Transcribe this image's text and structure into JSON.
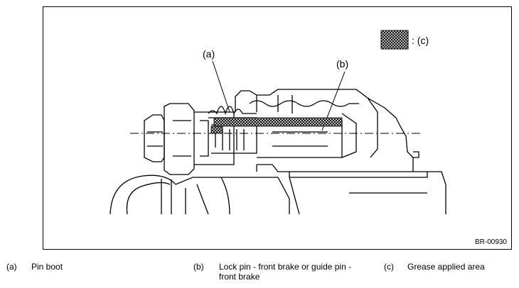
{
  "figure": {
    "id": "BR-00930",
    "callouts": {
      "a": "(a)",
      "b": "(b)"
    },
    "grease_legend_label": ": (c)"
  },
  "legend": [
    {
      "key": "(a)",
      "text": "Pin boot"
    },
    {
      "key": "(b)",
      "text": "Lock pin - front brake or guide pin - front brake"
    },
    {
      "key": "(c)",
      "text": "Grease applied area"
    }
  ]
}
